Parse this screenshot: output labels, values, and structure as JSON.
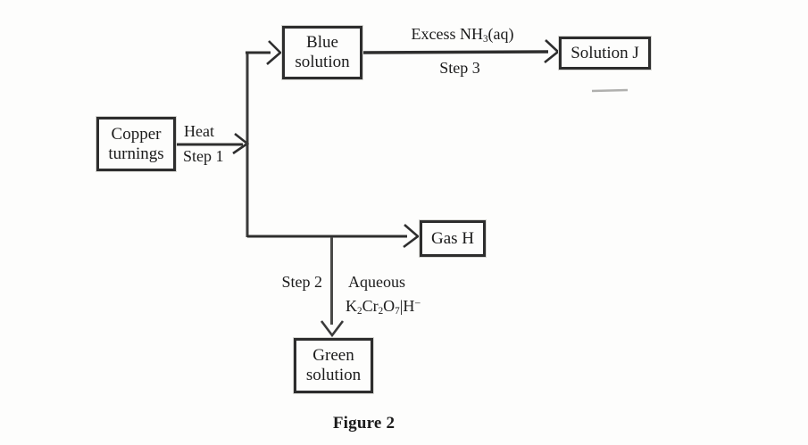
{
  "figure": {
    "caption": "Figure 2"
  },
  "colors": {
    "ink": "#2e2e2e",
    "text": "#1b1b1b",
    "paper": "#fdfdfc",
    "faint_dash": "#b0b0ae"
  },
  "nodes": {
    "copper_turnings": {
      "line1": "Copper",
      "line2": "turnings"
    },
    "blue_solution": {
      "line1": "Blue",
      "line2": "solution"
    },
    "solution_j": {
      "label": "Solution J"
    },
    "gas_h": {
      "label": "Gas H"
    },
    "green_solution": {
      "line1": "Green",
      "line2": "solution"
    }
  },
  "edges": {
    "step1": {
      "reagent": "Heat",
      "step": "Step 1"
    },
    "step3": {
      "reagent_prefix": "Excess NH",
      "reagent_sub": "3",
      "reagent_suffix": "(aq)",
      "step": "Step 3"
    },
    "step2": {
      "step": "Step 2",
      "reagent_line1": "Aqueous",
      "formula": {
        "k": "K",
        "k_sub": "2",
        "cr": "Cr",
        "cr_sub": "2",
        "o": "O",
        "o_sub": "7",
        "bar_h": "|H",
        "charge": "−"
      }
    }
  }
}
